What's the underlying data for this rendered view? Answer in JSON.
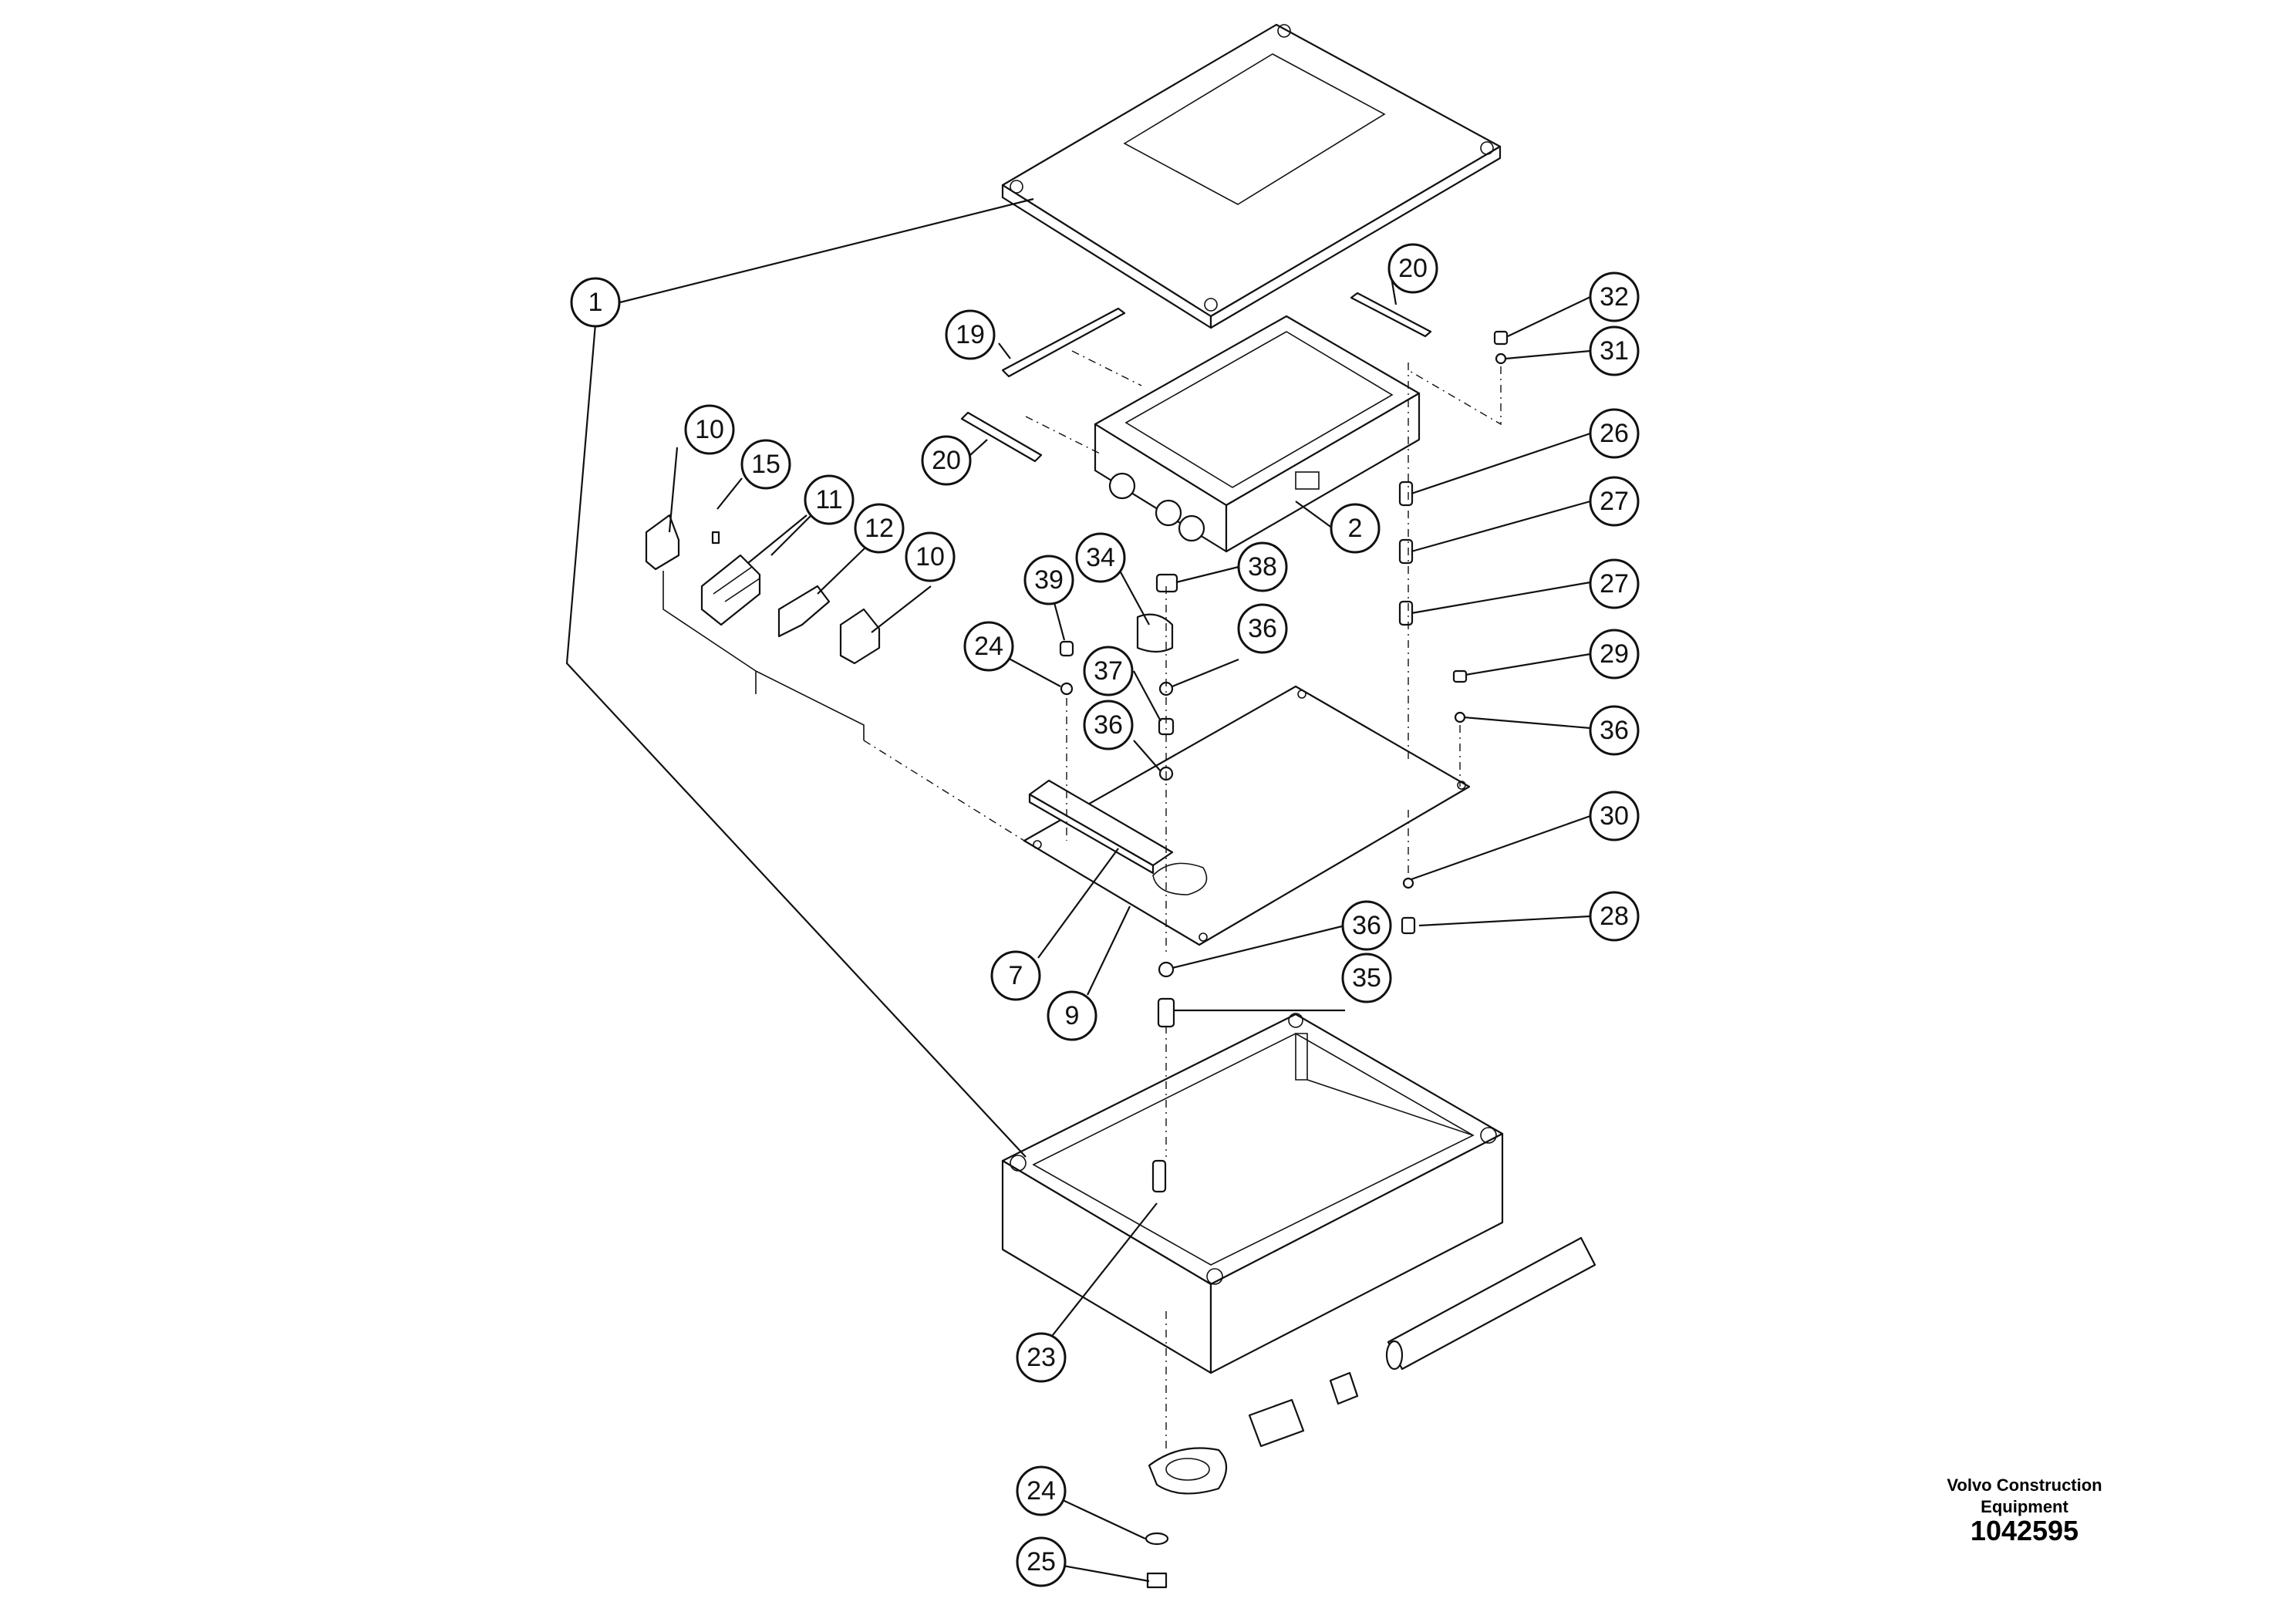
{
  "callouts": [
    {
      "id": "c1",
      "label": "1"
    },
    {
      "id": "c2",
      "label": "2"
    },
    {
      "id": "c7",
      "label": "7"
    },
    {
      "id": "c9",
      "label": "9"
    },
    {
      "id": "c10a",
      "label": "10"
    },
    {
      "id": "c10b",
      "label": "10"
    },
    {
      "id": "c11",
      "label": "11"
    },
    {
      "id": "c12",
      "label": "12"
    },
    {
      "id": "c15",
      "label": "15"
    },
    {
      "id": "c19",
      "label": "19"
    },
    {
      "id": "c20a",
      "label": "20"
    },
    {
      "id": "c20b",
      "label": "20"
    },
    {
      "id": "c23",
      "label": "23"
    },
    {
      "id": "c24a",
      "label": "24"
    },
    {
      "id": "c24b",
      "label": "24"
    },
    {
      "id": "c25",
      "label": "25"
    },
    {
      "id": "c26",
      "label": "26"
    },
    {
      "id": "c27a",
      "label": "27"
    },
    {
      "id": "c27b",
      "label": "27"
    },
    {
      "id": "c28",
      "label": "28"
    },
    {
      "id": "c29",
      "label": "29"
    },
    {
      "id": "c30",
      "label": "30"
    },
    {
      "id": "c31",
      "label": "31"
    },
    {
      "id": "c32",
      "label": "32"
    },
    {
      "id": "c34",
      "label": "34"
    },
    {
      "id": "c35",
      "label": "35"
    },
    {
      "id": "c36a",
      "label": "36"
    },
    {
      "id": "c36b",
      "label": "36"
    },
    {
      "id": "c36c",
      "label": "36"
    },
    {
      "id": "c36d",
      "label": "36"
    },
    {
      "id": "c37",
      "label": "37"
    },
    {
      "id": "c38",
      "label": "38"
    },
    {
      "id": "c39",
      "label": "39"
    }
  ],
  "footer": {
    "company_line1": "Volvo Construction",
    "company_line2": "Equipment",
    "figure_number": "1042595"
  }
}
